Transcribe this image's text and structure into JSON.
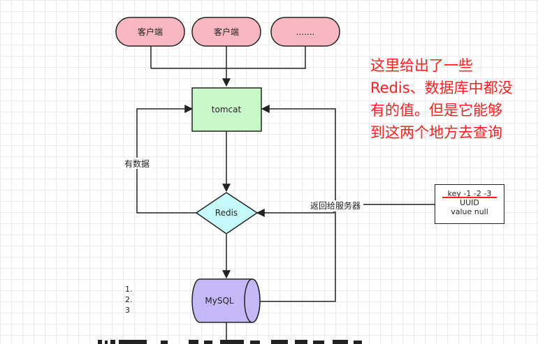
{
  "nodes": {
    "client1": "客户端",
    "client2": "客户端",
    "client3": ".......",
    "tomcat": "tomcat",
    "redis": "Redis",
    "mysql": "MySQL"
  },
  "edges": {
    "has_data": "有数据",
    "return_to_server": "返回给服务器"
  },
  "key_box": {
    "line1": "key -1 -2 -3",
    "line2": "UUID",
    "line3": "value null"
  },
  "list_items": [
    "1.",
    "2.",
    "3"
  ],
  "note_lines": [
    "这里给出了一些",
    "Redis、数据库中都没",
    "有的值。但是它能够",
    "到这两个地方去查询"
  ],
  "colors": {
    "client_fill": "#f8b8c2",
    "tomcat_fill": "#c9f9c9",
    "redis_fill": "#c6fafa",
    "mysql_fill": "#c4b9f6",
    "note_text": "#ff1f1f"
  }
}
